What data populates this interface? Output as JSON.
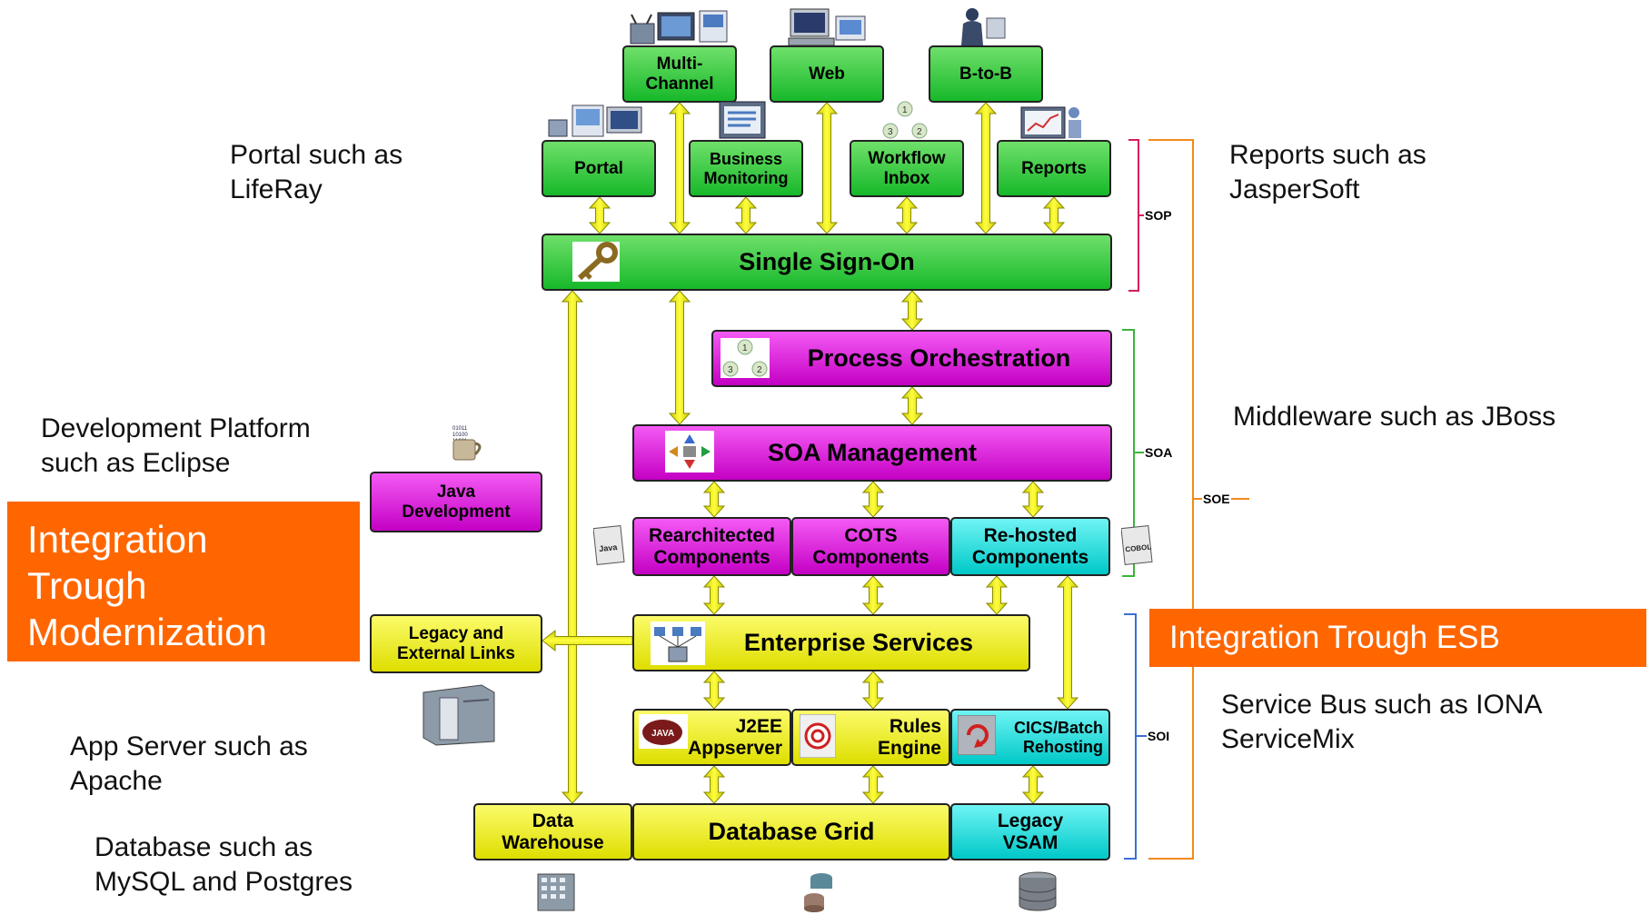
{
  "channels": {
    "multichannel": "Multi-\nChannel",
    "web": "Web",
    "b2b": "B-to-B"
  },
  "clients": {
    "portal": "Portal",
    "business_monitoring": "Business\nMonitoring",
    "workflow_inbox": "Workflow\nInbox",
    "reports": "Reports"
  },
  "layers": {
    "sso": "Single Sign-On",
    "process_orchestration": "Process Orchestration",
    "soa_management": "SOA Management",
    "java_development": "Java\nDevelopment",
    "rearchitected": "Rearchitected\nComponents",
    "cots": "COTS\nComponents",
    "rehosted": "Re-hosted\nComponents",
    "enterprise_services": "Enterprise Services",
    "legacy_links": "Legacy and\nExternal Links",
    "j2ee": "J2EE\nAppserver",
    "rules": "Rules\nEngine",
    "cics": "CICS/Batch\nRehosting",
    "data_warehouse": "Data\nWarehouse",
    "database_grid": "Database Grid",
    "legacy_vsam": "Legacy\nVSAM"
  },
  "brackets": {
    "sop": "SOP",
    "soa": "SOA",
    "soe": "SOE",
    "soi": "SOI"
  },
  "annotations": {
    "portal": "Portal such as\nLifeRay",
    "reports": "Reports such as\nJasperSoft",
    "middleware": "Middleware such as JBoss",
    "dev_platform": "Development Platform\nsuch as Eclipse",
    "app_server": "App Server such as\nApache",
    "database": "Database such as\nMySQL and Postgres",
    "service_bus": "Service Bus such as IONA\nServiceMix"
  },
  "banners": {
    "modernization": "Integration\nTrough\nModernization",
    "esb": "Integration Trough ESB"
  },
  "icon_text": {
    "java_doc": "Java",
    "cobol_doc": "COBOL",
    "j2ee_mug": "JAVA",
    "binary": "01011\n10100\n11001"
  },
  "colors": {
    "green": "#17b82a",
    "magenta": "#c400c4",
    "yellow": "#dede00",
    "cyan": "#00c8c8",
    "banner_orange": "#ff6600",
    "arrow_yellow": "#f4f400",
    "sop_bracket": "#d81b60",
    "soa_bracket": "#3cb43c",
    "soe_bracket": "#f28a1c",
    "soi_bracket": "#3b6fd4"
  },
  "icons": [
    "tv-monitor-icon",
    "desktop-computer-icon",
    "business-person-icon",
    "key-icon",
    "workflow-cycle-icon",
    "soa-management-icon",
    "server-rack-icon",
    "office-building-icon",
    "database-cylinder-icon",
    "coffee-mug-icon"
  ]
}
